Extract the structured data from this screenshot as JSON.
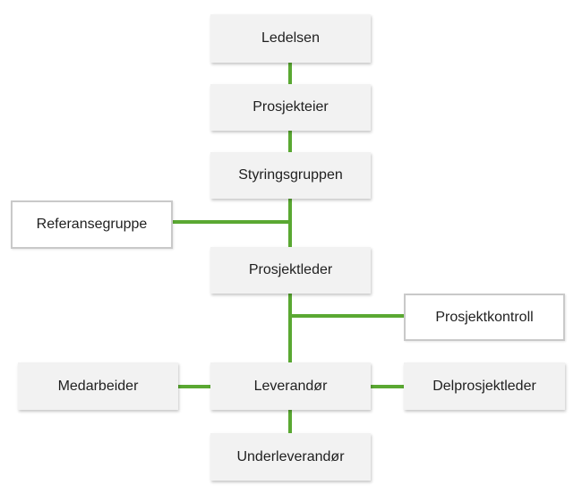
{
  "diagram": {
    "line_color": "#5aa832",
    "nodes": {
      "ledelsen": "Ledelsen",
      "prosjekteier": "Prosjekteier",
      "styringsgruppen": "Styringsgruppen",
      "referansegruppe": "Referansegruppe",
      "prosjektleder": "Prosjektleder",
      "prosjektkontroll": "Prosjektkontroll",
      "medarbeider": "Medarbeider",
      "leverandor": "Leverandør",
      "delprosjektleder": "Delprosjektleder",
      "underleverandor": "Underleverandør"
    }
  }
}
